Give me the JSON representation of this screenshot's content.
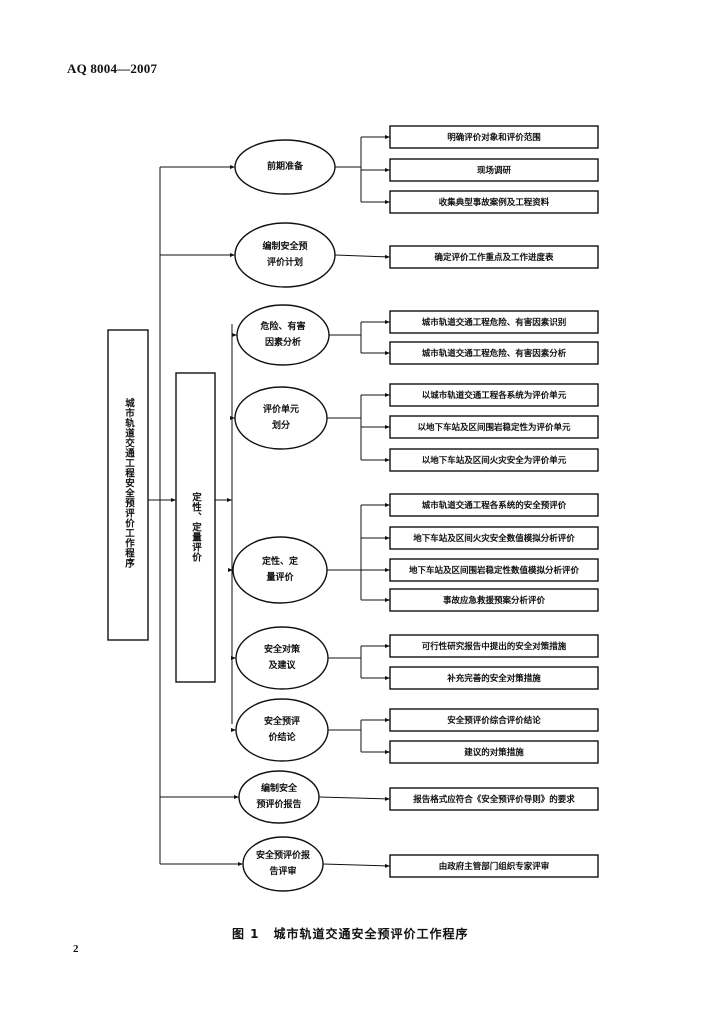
{
  "header": {
    "standard_code": "AQ 8004—2007"
  },
  "page_number": "2",
  "figure": {
    "number_label": "图 1",
    "title": "城市轨道交通安全预评价工作程序"
  },
  "root": {
    "label": "城市轨道交通工程安全预评价工作程序"
  },
  "group": {
    "label": "定性、定量评价"
  },
  "steps": [
    {
      "label": "前期准备",
      "outputs": [
        "明确评价对象和评价范围",
        "现场调研",
        "收集典型事故案例及工程资料"
      ]
    },
    {
      "label": "编制安全预\n评价计划",
      "outputs": [
        "确定评价工作重点及工作进度表"
      ]
    },
    {
      "label": "危险、有害\n因素分析",
      "outputs": [
        "城市轨道交通工程危险、有害因素识别",
        "城市轨道交通工程危险、有害因素分析"
      ]
    },
    {
      "label": "评价单元\n划分",
      "outputs": [
        "以城市轨道交通工程各系统为评价单元",
        "以地下车站及区间围岩稳定性为评价单元",
        "以地下车站及区间火灾安全为评价单元"
      ]
    },
    {
      "label": "定性、定\n量评价",
      "outputs": [
        "城市轨道交通工程各系统的安全预评价",
        "地下车站及区间火灾安全数值模拟分析评价",
        "地下车站及区间围岩稳定性数值模拟分析评价",
        "事故应急救援预案分析评价"
      ]
    },
    {
      "label": "安全对策\n及建议",
      "outputs": [
        "可行性研究报告中提出的安全对策措施",
        "补充完善的安全对策措施"
      ]
    },
    {
      "label": "安全预评\n价结论",
      "outputs": [
        "安全预评价综合评价结论",
        "建议的对策措施"
      ]
    },
    {
      "label": "编制安全\n预评价报告",
      "outputs": [
        "报告格式应符合《安全预评价导则》的要求"
      ]
    },
    {
      "label": "安全预评价报\n告评审",
      "outputs": [
        "由政府主管部门组织专家评审"
      ]
    }
  ],
  "colors": {
    "ink": "#111111",
    "paper": "#ffffff"
  }
}
